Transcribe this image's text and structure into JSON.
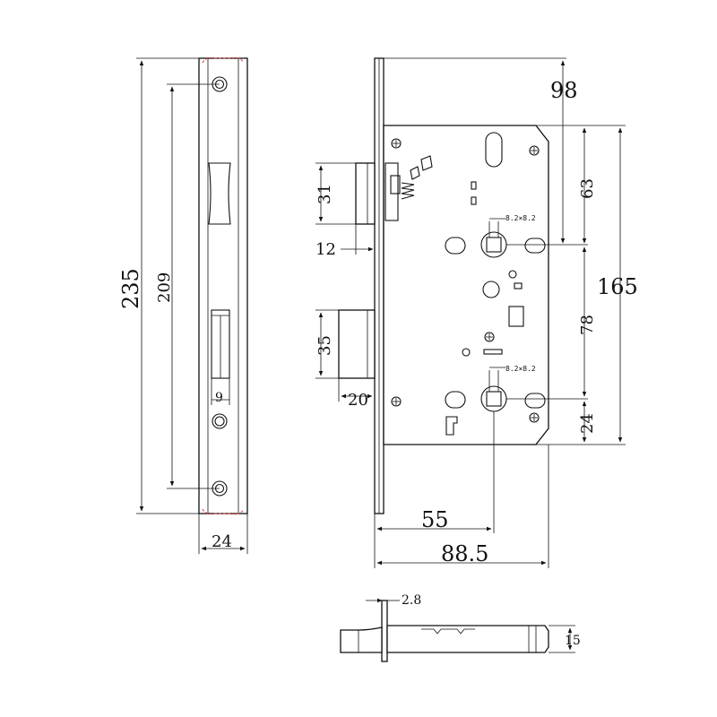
{
  "faceplate": {
    "length": "235",
    "hole_spacing": "209",
    "width": "24",
    "slot_width": "9"
  },
  "body": {
    "top_offset": "98",
    "upper_spindle": "63",
    "spindle_spacing": "78",
    "lower_spindle": "24",
    "total_height": "165",
    "backset": "55",
    "depth": "88.5",
    "latch_height": "31",
    "latch_throw": "12",
    "deadbolt_height": "35",
    "deadbolt_throw": "20",
    "upper_square": "8.2×8.2",
    "lower_square": "8.2×8.2"
  },
  "bottom_view": {
    "plate_thickness": "2.8",
    "thickness": "15"
  }
}
